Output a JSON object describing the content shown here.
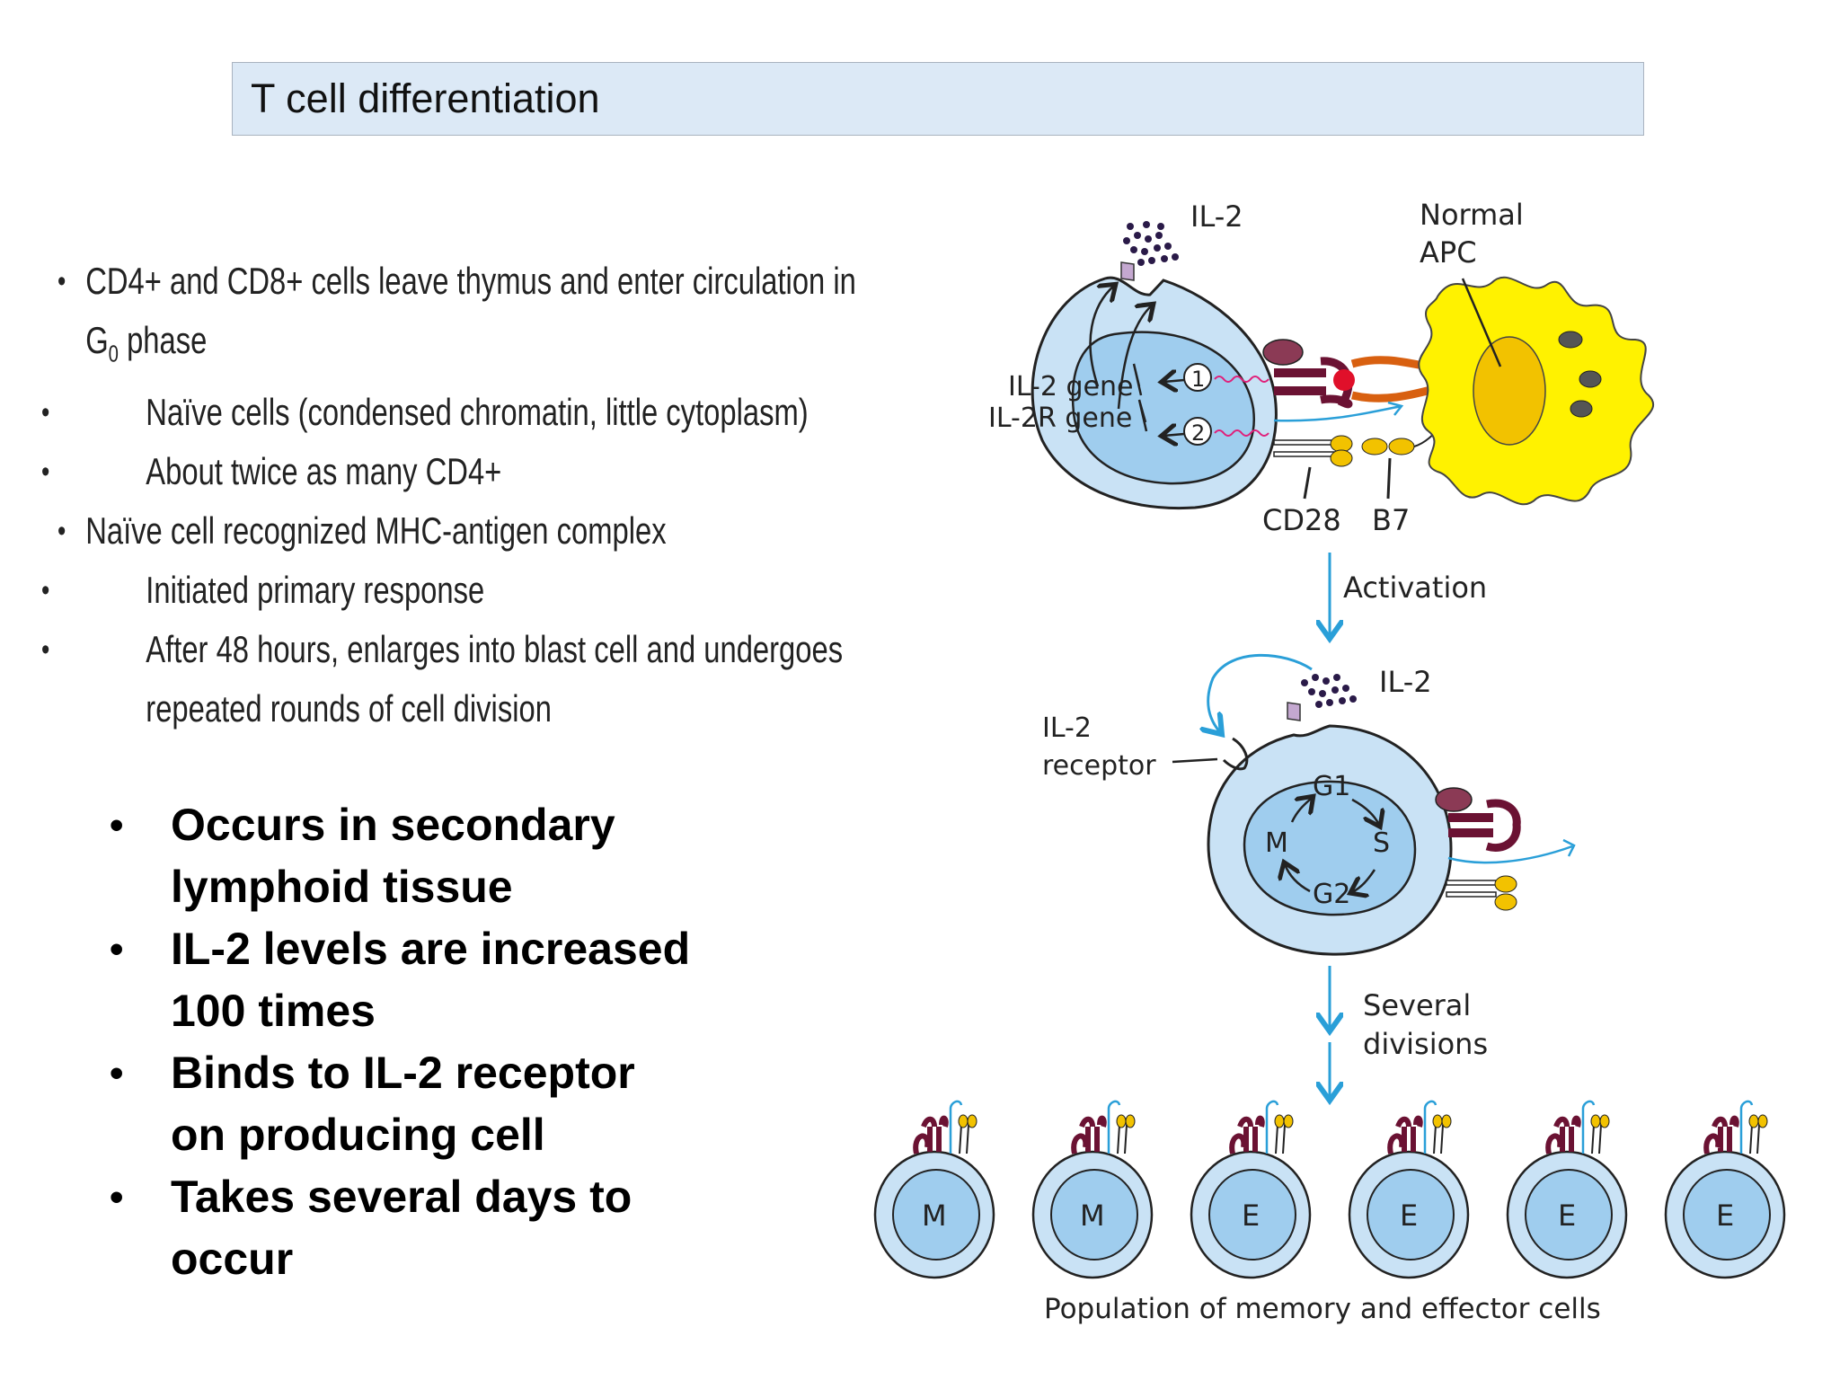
{
  "title": "T cell differentiation",
  "scan_text": {
    "b1_line1": "CD4+ and CD8+ cells leave thymus and enter circulation in",
    "b1_line2_pre": "G",
    "b1_line2_sub": "0",
    "b1_line2_post": " phase",
    "b1_sub1": "Naïve cells (condensed chromatin, little cytoplasm)",
    "b1_sub2": "About twice as many CD4+",
    "b2": "Naïve cell recognized MHC-antigen complex",
    "b2_sub1": "Initiated primary response",
    "b2_sub2_line1": "After 48 hours, enlarges into blast cell and undergoes",
    "b2_sub2_line2": "repeated rounds of cell division"
  },
  "bold_bullets": [
    {
      "line1": "Occurs in secondary",
      "line2": "lymphoid tissue"
    },
    {
      "line1": "IL-2 levels are increased",
      "line2": "100 times"
    },
    {
      "line1": "Binds to IL-2 receptor",
      "line2": "on producing cell"
    },
    {
      "line1": "Takes several days to",
      "line2": "occur"
    }
  ],
  "diagram": {
    "il2_top": "IL-2",
    "normal": "Normal",
    "apc": "APC",
    "il2_gene": "IL-2 gene",
    "il2r_gene": "IL-2R gene",
    "step1": "1",
    "step2": "2",
    "cd28": "CD28",
    "b7": "B7",
    "activation": "Activation",
    "il2_mid": "IL-2",
    "receptor_l1": "IL-2",
    "receptor_l2": "receptor",
    "g1": "G1",
    "s": "S",
    "g2": "G2",
    "m": "M",
    "several": "Several",
    "divisions": "divisions",
    "cells": [
      "M",
      "M",
      "E",
      "E",
      "E",
      "E"
    ],
    "population": "Population of memory and effector cells"
  },
  "colors": {
    "cell_fill": "#c9e2f5",
    "nucleus_fill": "#9fcdee",
    "apc_yellow": "#fff200",
    "apc_nucleus": "#f2c200",
    "arrow_blue": "#2a9fd8",
    "tcr": "#6b1233"
  }
}
